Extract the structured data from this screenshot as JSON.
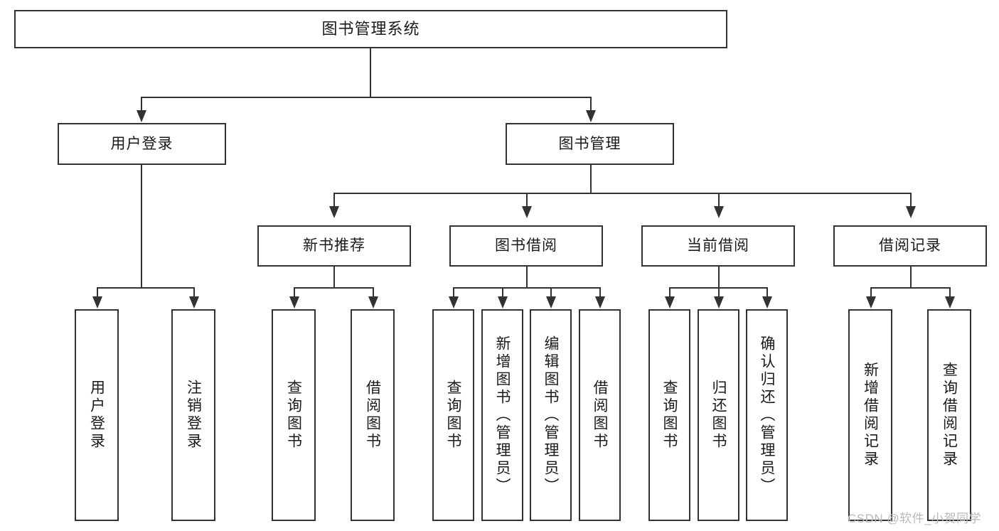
{
  "diagram": {
    "type": "tree",
    "title": "图书管理系统",
    "root": {
      "label": "图书管理系统"
    },
    "level2": [
      {
        "label": "用户登录"
      },
      {
        "label": "图书管理"
      }
    ],
    "level3": [
      {
        "label": "新书推荐"
      },
      {
        "label": "图书借阅"
      },
      {
        "label": "当前借阅"
      },
      {
        "label": "借阅记录"
      }
    ],
    "leaves": [
      {
        "label": "用户登录"
      },
      {
        "label": "注销登录"
      },
      {
        "label": "查询图书"
      },
      {
        "label": "借阅图书"
      },
      {
        "label": "查询图书"
      },
      {
        "label": "新增图书（管理员）"
      },
      {
        "label": "编辑图书（管理员）"
      },
      {
        "label": "借阅图书"
      },
      {
        "label": "查询图书"
      },
      {
        "label": "归还图书"
      },
      {
        "label": "确认归还（管理员）"
      },
      {
        "label": "新增借阅记录"
      },
      {
        "label": "查询借阅记录"
      }
    ]
  },
  "watermark": {
    "text": "CSDN @软件_小贺同学"
  },
  "colors": {
    "stroke": "#333333",
    "fill": "#ffffff",
    "text": "#1a1a1a",
    "watermark": "#b9b9b9"
  }
}
